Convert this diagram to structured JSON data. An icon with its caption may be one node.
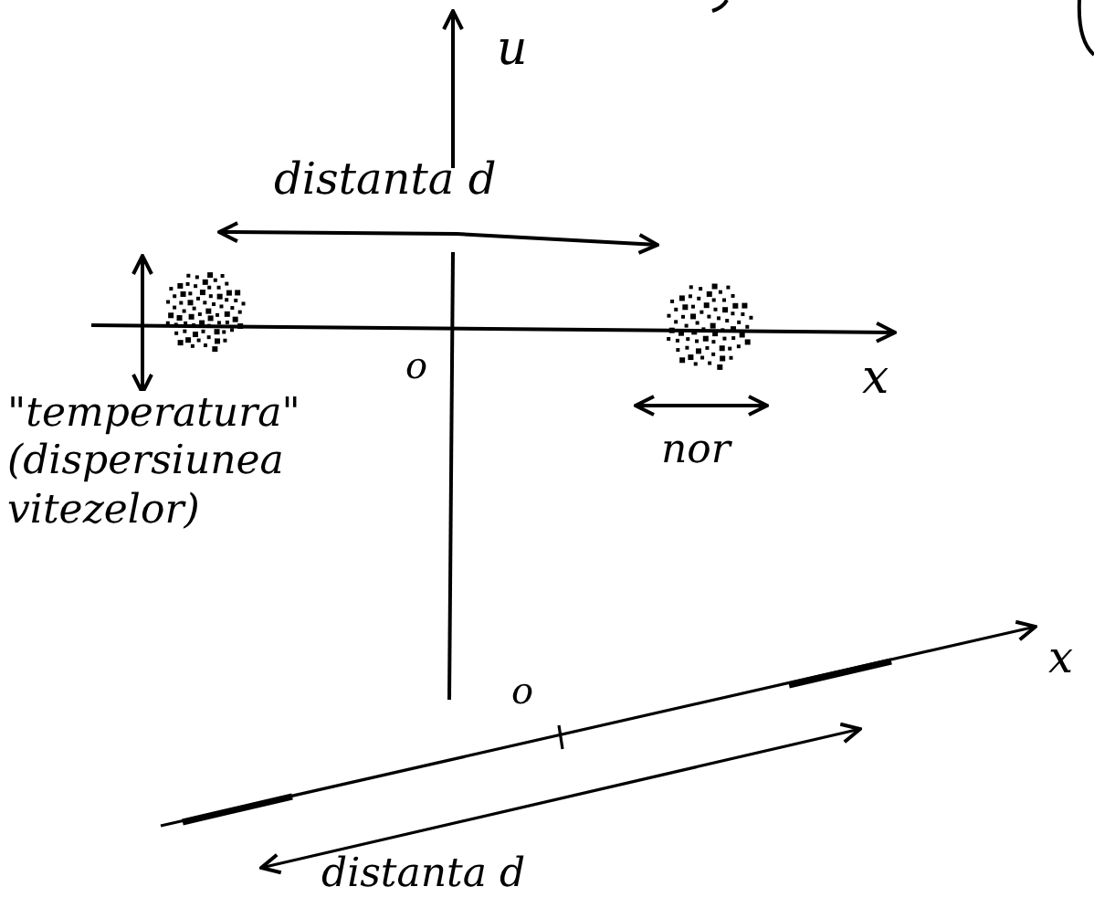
{
  "diagram": {
    "labels": [
      "u",
      "distanta d",
      "o",
      "x",
      "\"temperatura\" (dispersiunea vitezelor)",
      "nor",
      "o",
      "x",
      "distanta d"
    ]
  }
}
